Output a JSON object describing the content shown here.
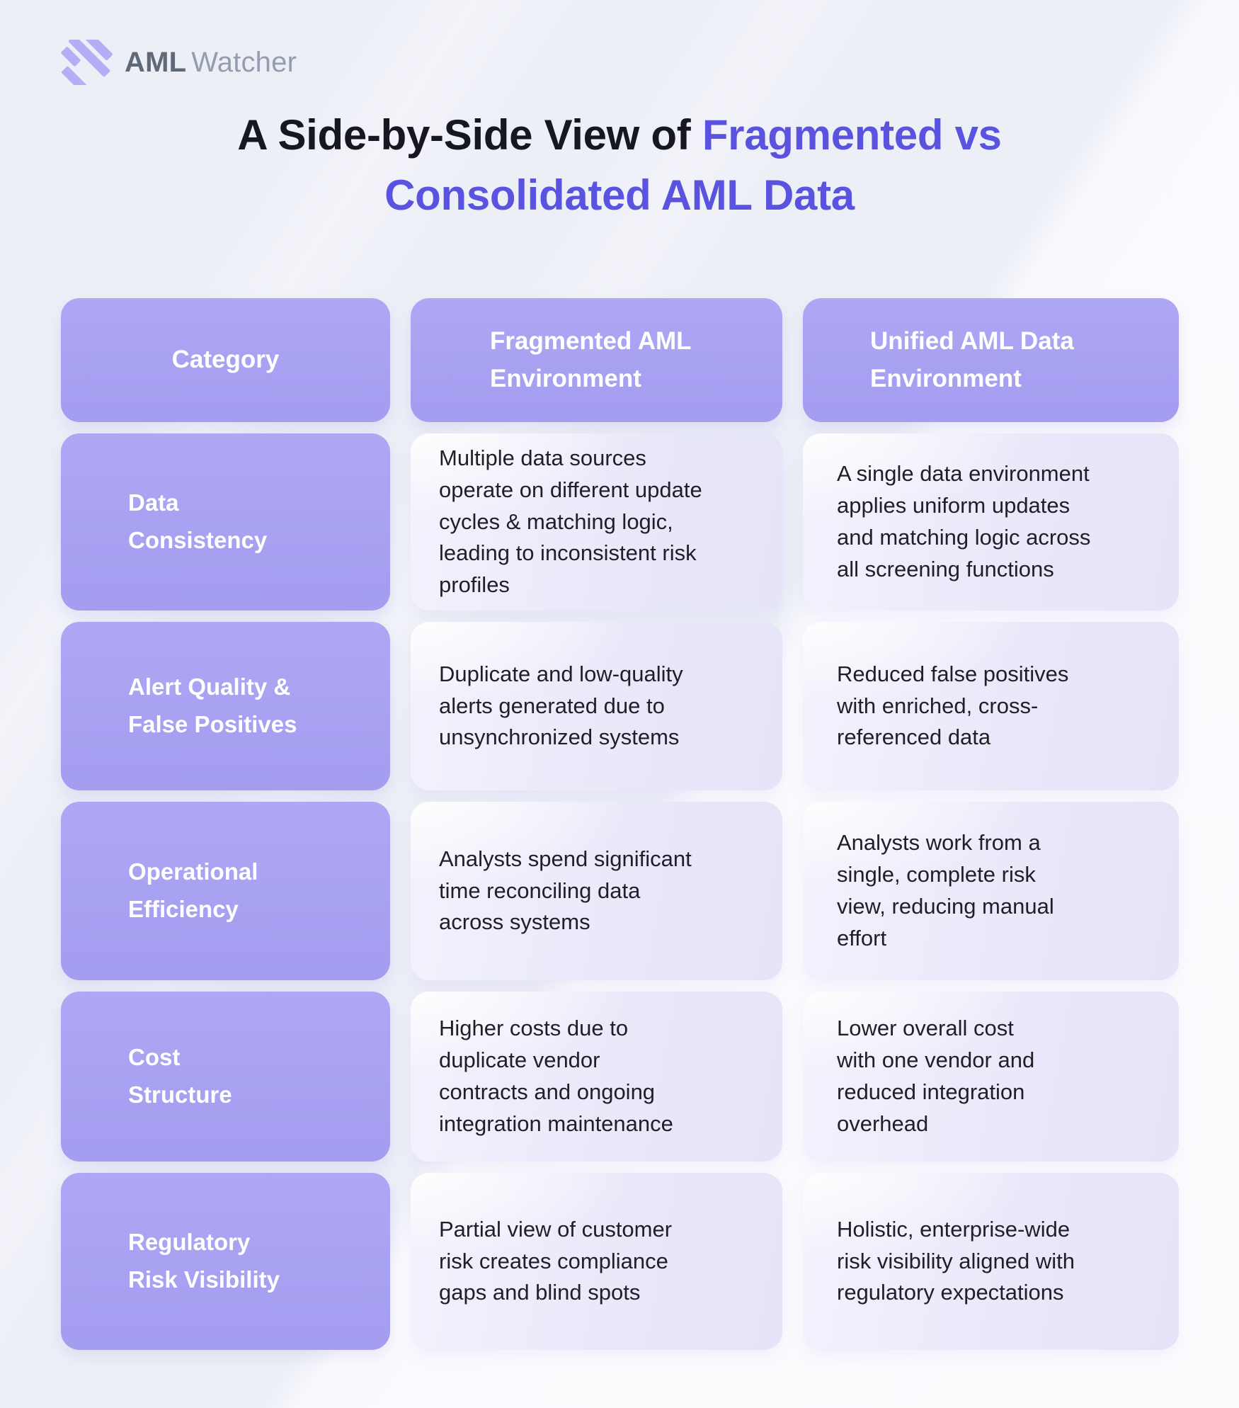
{
  "brand": {
    "name_bold": "AML",
    "name_light": "Watcher"
  },
  "title": {
    "dark_part": "A Side-by-Side View of ",
    "purple_part": "Fragmented vs\nConsolidated AML Data"
  },
  "table": {
    "headers": {
      "category": "Category",
      "fragmented": "Fragmented AML\nEnvironment",
      "unified": "Unified AML Data\nEnvironment"
    },
    "rows": [
      {
        "category": "Data\nConsistency",
        "fragmented": "Multiple data sources\noperate on different update\ncycles & matching logic,\nleading to inconsistent risk\nprofiles",
        "unified": "A single data environment\napplies uniform updates\nand matching logic across\nall screening functions"
      },
      {
        "category": "Alert Quality &\nFalse Positives",
        "fragmented": "Duplicate and low-quality\nalerts generated due to\nunsynchronized systems",
        "unified": "Reduced false positives\nwith enriched, cross-\nreferenced data"
      },
      {
        "category": "Operational\nEfficiency",
        "fragmented": "Analysts spend significant\ntime reconciling data\nacross systems",
        "unified": "Analysts work from a\nsingle, complete risk\nview, reducing manual\neffort"
      },
      {
        "category": "Cost\nStructure",
        "fragmented": "Higher costs due to\nduplicate vendor\ncontracts and ongoing\nintegration maintenance",
        "unified": "Lower overall cost\nwith one vendor and\nreduced integration\noverhead"
      },
      {
        "category": "Regulatory\nRisk Visibility",
        "fragmented": "Partial view of customer\nrisk creates compliance\ngaps and blind spots",
        "unified": "Holistic, enterprise-wide\nrisk visibility aligned with\nregulatory expectations"
      }
    ]
  },
  "colors": {
    "page_background": "#edeff7",
    "cell_purple": "#a8a1f1",
    "cell_light": "#e9e7f9",
    "title_dark": "#17171f",
    "title_purple": "#5a53e0",
    "logo_stripe_purple": "#b4aff4",
    "brand_bold_gray": "#606977",
    "brand_light_gray": "#949daf",
    "body_text": "#1f1f27",
    "header_text": "#ffffff"
  }
}
